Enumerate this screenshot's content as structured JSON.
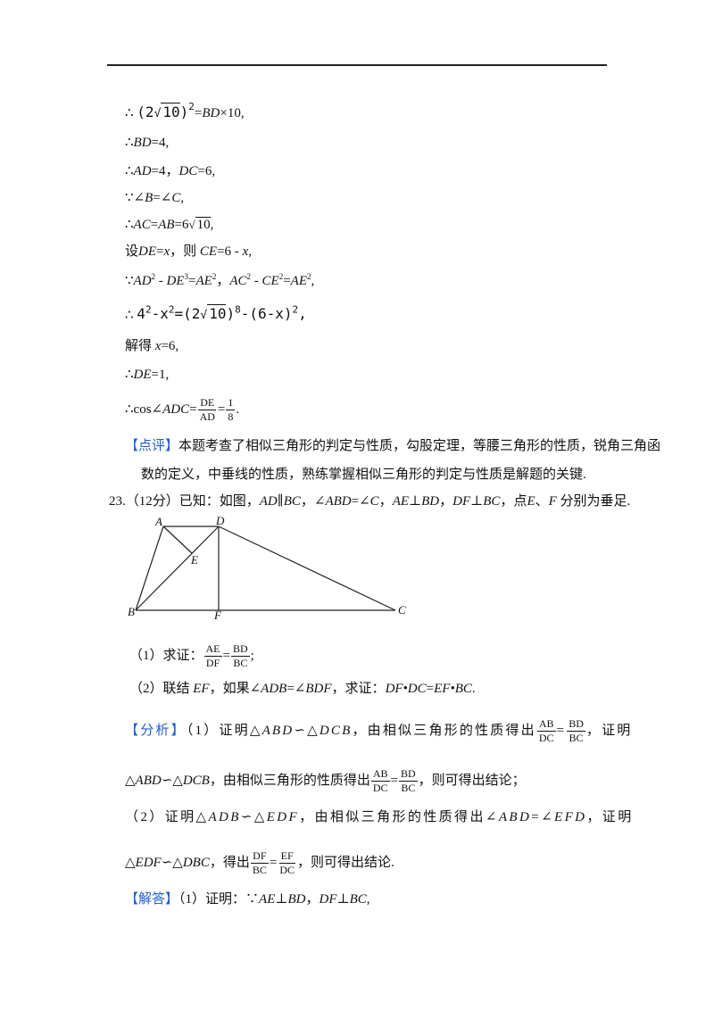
{
  "l1": {
    "a": "∴",
    "b": "(2",
    "c": "10",
    "d": ")",
    "e": "2",
    "f": "=",
    "g": "BD",
    "h": "×10,"
  },
  "l2": {
    "a": "∴",
    "b": "BD",
    "c": "=4,"
  },
  "l3": {
    "a": "∴",
    "b": "AD",
    "c": "=4，",
    "d": "DC",
    "e": "=6,"
  },
  "l4": {
    "a": "∵∠",
    "b": "B",
    "c": "=∠",
    "d": "C",
    "e": ","
  },
  "l5": {
    "a": "∴",
    "b": "AC",
    "c": "=",
    "d": "AB",
    "e": "=6",
    "f": "10",
    "g": ","
  },
  "l6": {
    "a": "设",
    "b": "DE",
    "c": "=",
    "d": "x",
    "e": "，则 ",
    "f": "CE",
    "g": "=6 - ",
    "h": "x",
    "i": ","
  },
  "l7": {
    "a": "∵",
    "b": "AD",
    "c": "2",
    "d": " - ",
    "e": "DE",
    "f": "3",
    "g": "=",
    "h": "AE",
    "i": "2",
    "j": "，",
    "k": "AC",
    "l": "2",
    "m": " - ",
    "n": "CE",
    "o": "2",
    "p": "=",
    "q": "AE",
    "r": "2",
    "s": ","
  },
  "l8": {
    "a": "∴",
    "b": "4",
    "c": "2",
    "d": "-x",
    "e": "2",
    "f": "=(2",
    "g": "10",
    "h": ")",
    "i": "8",
    "j": "-(6-x)",
    "k": "2",
    "l": ","
  },
  "l9": {
    "a": "解得 ",
    "b": "x",
    "c": "=6,"
  },
  "l10": {
    "a": "∴",
    "b": "DE",
    "c": "=1,"
  },
  "l11": {
    "a": "∴cos∠",
    "b": "ADC",
    "c": "=",
    "n1": "DE",
    "d1": "AD",
    "e": "=",
    "n2": "1",
    "d2": "8",
    "f": "."
  },
  "comment": {
    "tag": "【点评】",
    "text1": "本题考查了相似三角形的判定与性质，勾股定理，等腰三角形的性质，锐角三角函",
    "text2": "数的定义，中垂线的性质，熟练掌握相似三角形的判定与性质是解题的关键."
  },
  "q23": {
    "a": "23.（12分）已知：如图，",
    "b": "AD",
    "c": "∥",
    "d": "BC",
    "e": "，∠",
    "f": "ABD",
    "g": "=∠",
    "h": "C",
    "i": "，",
    "j": "AE",
    "k": "⊥",
    "l": "BD",
    "m": "，",
    "n": "DF",
    "o": "⊥",
    "p": "BC",
    "q": "，点",
    "r": "E",
    "s": "、",
    "t": "F",
    "u": " 分别为垂足."
  },
  "figure": {
    "A": "A",
    "B": "B",
    "C": "C",
    "D": "D",
    "E": "E",
    "F": "F"
  },
  "p1": {
    "a": "（1）求证：",
    "n1": "AE",
    "d1": "DF",
    "b": "=",
    "n2": "BD",
    "d2": "BC",
    "c": ";"
  },
  "p2": {
    "a": "（2）联结 ",
    "b": "EF",
    "c": "，如果∠",
    "d": "ADB",
    "e": "=∠",
    "f": "BDF",
    "g": "，求证：",
    "h": "DF•DC",
    "i": "=",
    "j": "EF•BC",
    "k": "."
  },
  "an1": {
    "tag": "【分析】",
    "a": "（1）证明△",
    "b": "ABD",
    "c": "∽△",
    "d": "DCB",
    "e": "，由相似三角形的性质得出",
    "n1": "AB",
    "d1": "DC",
    "f": "=",
    "n2": "BD",
    "d2": "BC",
    "g": "，证明"
  },
  "an2": {
    "a": "△",
    "b": "ABD",
    "c": "∽△",
    "d": "DCB",
    "e": "，由相似三角形的性质得出",
    "n1": "AB",
    "d1": "DC",
    "f": "=",
    "n2": "BD",
    "d2": "BC",
    "g": "，则可得出结论；"
  },
  "an3": {
    "a": "（2）证明△",
    "b": "ADB",
    "c": "∽△",
    "d": "EDF",
    "e": "，由相似三角形的性质得出∠",
    "f": "ABD",
    "g": "=∠",
    "h": "EFD",
    "i": "，证明"
  },
  "an4": {
    "a": "△",
    "b": "EDF",
    "c": "∽△",
    "d": "DBC",
    "e": "，得出",
    "n1": "DF",
    "d1": "BC",
    "f": "=",
    "n2": "EF",
    "d2": "DC",
    "g": "，则可得出结论."
  },
  "sol": {
    "tag": "【解答】",
    "a": "（1）证明：∵",
    "b": "AE",
    "c": "⊥",
    "d": "BD",
    "e": "，",
    "f": "DF",
    "g": "⊥",
    "h": "BC",
    "i": ","
  }
}
